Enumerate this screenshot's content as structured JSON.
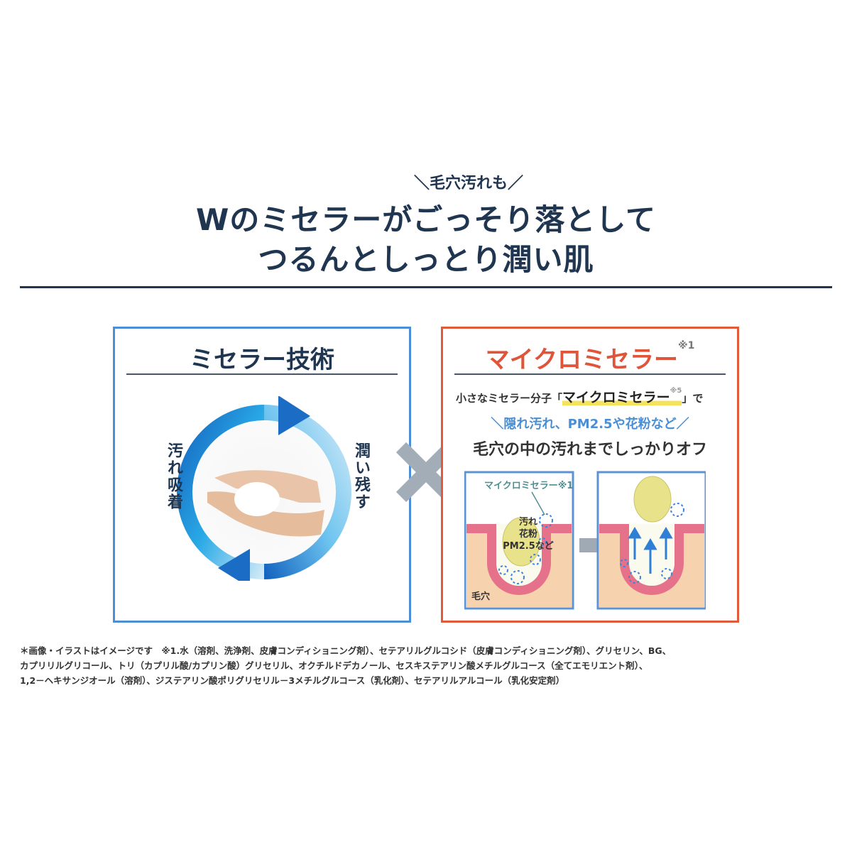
{
  "header": {
    "subheading": "＼毛穴汚れも／",
    "title_line1": "Wのミセラーがごっそり落として",
    "title_line2": "つるんとしっとり潤い肌"
  },
  "left_panel": {
    "title": "ミセラー技術",
    "left_label": "汚れ吸着",
    "right_label": "潤い残す"
  },
  "right_panel": {
    "title": "マイクロミセラー",
    "title_note": "※1",
    "intro_prefix": "小さなミセラー分子「",
    "intro_highlight": "マイクロミセラー",
    "intro_note": "※5",
    "intro_suffix": "」で",
    "subcopy": "＼隠れ汚れ、PM2.5や花粉など／",
    "main_copy": "毛穴の中の汚れまでしっかりオフ",
    "diagram": {
      "micelle_label": "マイクロミセラー※1",
      "dirt_label_1": "汚れ",
      "dirt_label_2": "花粉",
      "dirt_label_3": "PM2.5など",
      "pore_label": "毛穴"
    }
  },
  "colors": {
    "navy": "#1f3550",
    "blue": "#4d8fd6",
    "red": "#e25a3c",
    "yellow": "#f5e25a"
  },
  "footnotes": [
    "＊画像・イラストはイメージです　※1.水（溶剤、洗浄剤、皮膚コンディショニング剤）、セテアリルグルコシド（皮膚コンディショニング剤）、グリセリン、BG、",
    "カプリリルグリコール、トリ（カプリル酸/カプリン酸）グリセリル、オクチルドデカノール、セスキステアリン酸メチルグルコース（全てエモリエント剤）、",
    "1,2－ヘキサンジオール（溶剤）、ジステアリン酸ポリグリセリル－3メチルグルコース（乳化剤）、セテアリルアルコール（乳化安定剤）"
  ]
}
